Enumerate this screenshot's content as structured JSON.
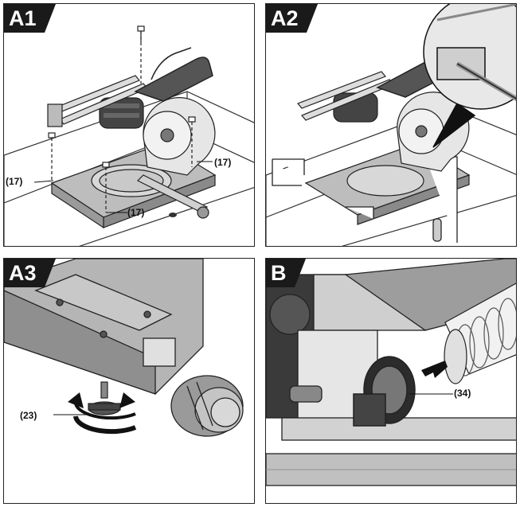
{
  "panels": {
    "a1": {
      "tag": "A1",
      "labels": {
        "right": "(17)",
        "left": "(17)",
        "bottom": "(17)"
      }
    },
    "a2": {
      "tag": "A2"
    },
    "a3": {
      "tag": "A3",
      "labels": {
        "knob": "(23)"
      }
    },
    "b": {
      "tag": "B",
      "labels": {
        "port": "(34)"
      }
    }
  }
}
